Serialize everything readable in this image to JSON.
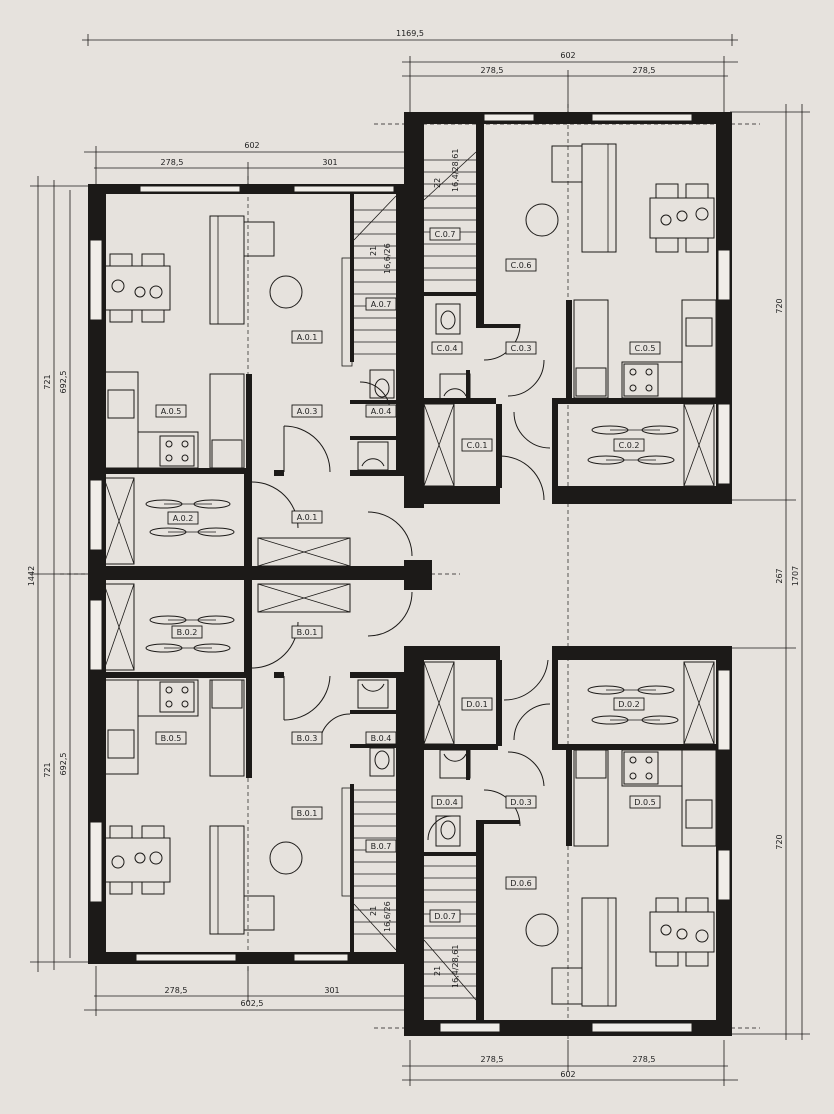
{
  "dimensions": {
    "top_overall": "1169,5",
    "top_right_total": "602",
    "top_right_a": "278,5",
    "top_right_b": "278,5",
    "top_left_total": "602",
    "top_left_a": "278,5",
    "top_left_b": "301",
    "bottom_left_a": "278,5",
    "bottom_left_b": "301",
    "bottom_left_total": "602,5",
    "bottom_right_a": "278,5",
    "bottom_right_b": "278,5",
    "bottom_right_total": "602",
    "left_total": "1442",
    "left_upper": "721",
    "left_upper_inner": "692,5",
    "left_lower": "721",
    "left_lower_inner": "692,5",
    "right_upper": "720",
    "right_middle": "267",
    "right_total": "1707",
    "right_lower": "720"
  },
  "rooms": {
    "a01": "A.0.1",
    "a01b": "A.0.1",
    "a02": "A.0.2",
    "a03": "A.0.3",
    "a04": "A.0.4",
    "a05": "A.0.5",
    "a07": "A.0.7",
    "b01": "B.0.1",
    "b01b": "B.0.1",
    "b02": "B.0.2",
    "b03": "B.0.3",
    "b04": "B.0.4",
    "b05": "B.0.5",
    "b07": "B.0.7",
    "c01": "C.0.1",
    "c02": "C.0.2",
    "c03": "C.0.3",
    "c04": "C.0.4",
    "c05": "C.0.5",
    "c06": "C.0.6",
    "c07": "C.0.7",
    "d01": "D.0.1",
    "d02": "D.0.2",
    "d03": "D.0.3",
    "d04": "D.0.4",
    "d05": "D.0.5",
    "d06": "D.0.6",
    "d07": "D.0.7"
  },
  "stairs": {
    "a_steps": "21",
    "a_ratio": "16,6/26",
    "c_steps": "22",
    "c_ratio": "16,4/28,61",
    "b_steps": "21",
    "b_ratio": "16,6/26",
    "d_steps": "21",
    "d_ratio": "16,4/28,61"
  },
  "colors": {
    "background": "#e6e2dd",
    "ink": "#1c1a18"
  }
}
